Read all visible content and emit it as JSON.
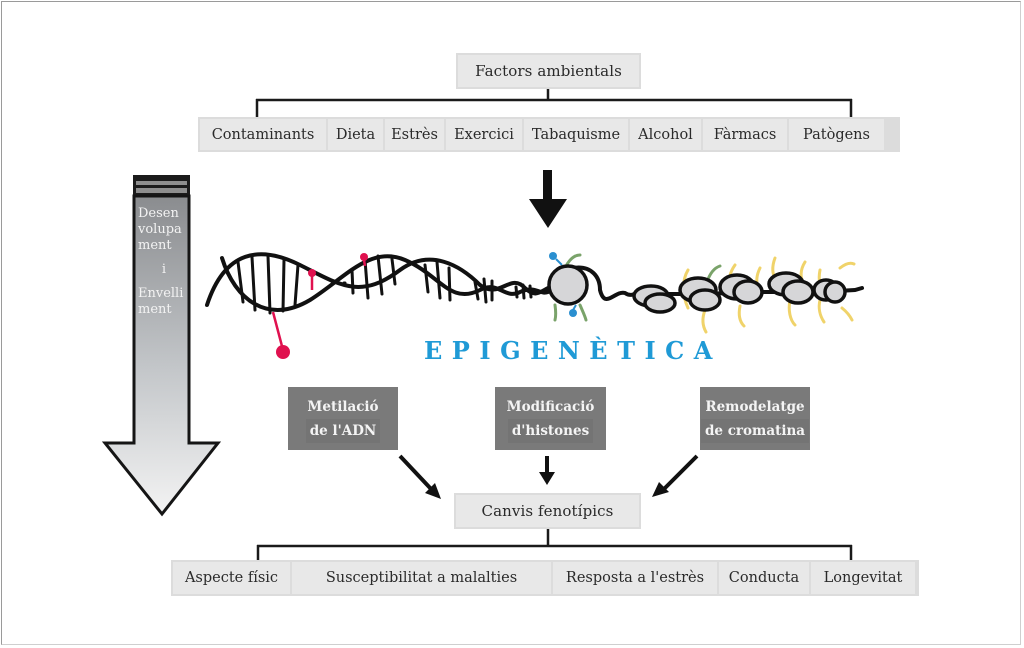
{
  "title": "Factors ambientals",
  "factors": [
    "Contaminants",
    "Dieta",
    "Estrès",
    "Exercici",
    "Tabaquisme",
    "Alcohol",
    "Fàrmacs",
    "Patògens"
  ],
  "development_arrow": {
    "lines": [
      "Desen",
      "volupa",
      "ment",
      "i",
      "Envelli",
      "ment"
    ]
  },
  "central_label": "EPIGENÈTICA",
  "mechanisms": [
    {
      "line1": "Metilació",
      "line2": "de l'ADN"
    },
    {
      "line1": "Modificació",
      "line2": "d'histones"
    },
    {
      "line1": "Remodelatge",
      "line2": "de cromatina"
    }
  ],
  "outcome": "Canvis fenotípics",
  "phenotypes": [
    "Aspecte físic",
    "Susceptibilitat a malalties",
    "Resposta a l'estrès",
    "Conducta",
    "Longevitat"
  ],
  "colors": {
    "epigenetics_text": "#1f9ad6",
    "methyl_mark": "#e0114f",
    "acetyl_mark": "#2a8fd0",
    "histone_tail_green": "#7aa36a",
    "histone_tail_yellow": "#f0d36a",
    "histone_fill": "#d6d6d8",
    "box_fill": "#e8e8e8",
    "mechanism_fill": "#7a7a7a"
  }
}
